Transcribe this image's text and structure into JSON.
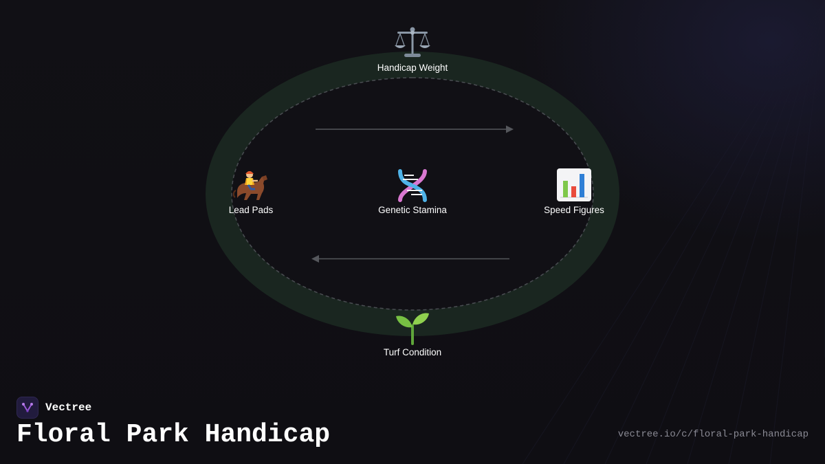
{
  "brand": {
    "name": "Vectree"
  },
  "title": "Floral Park Handicap",
  "url": "vectree.io/c/floral-park-handicap",
  "diagram": {
    "nodes": [
      {
        "id": "top",
        "label": "Handicap Weight",
        "icon": "balance-scale-icon"
      },
      {
        "id": "left",
        "label": "Lead Pads",
        "icon": "horse-racing-icon"
      },
      {
        "id": "center",
        "label": "Genetic Stamina",
        "icon": "dna-icon"
      },
      {
        "id": "right",
        "label": "Speed Figures",
        "icon": "bar-chart-icon"
      },
      {
        "id": "bottom",
        "label": "Turf Condition",
        "icon": "seedling-icon"
      }
    ],
    "arrows": [
      {
        "direction": "right"
      },
      {
        "direction": "left"
      }
    ]
  },
  "colors": {
    "background": "#111015",
    "track": "#1a2620",
    "dashed_line": "#4a4d52",
    "arrow": "#55575c",
    "label": "#ffffff",
    "url": "#8a8a94",
    "brand_logo_bg": "#211b3d",
    "brand_logo_accent": "#9b59d9"
  }
}
